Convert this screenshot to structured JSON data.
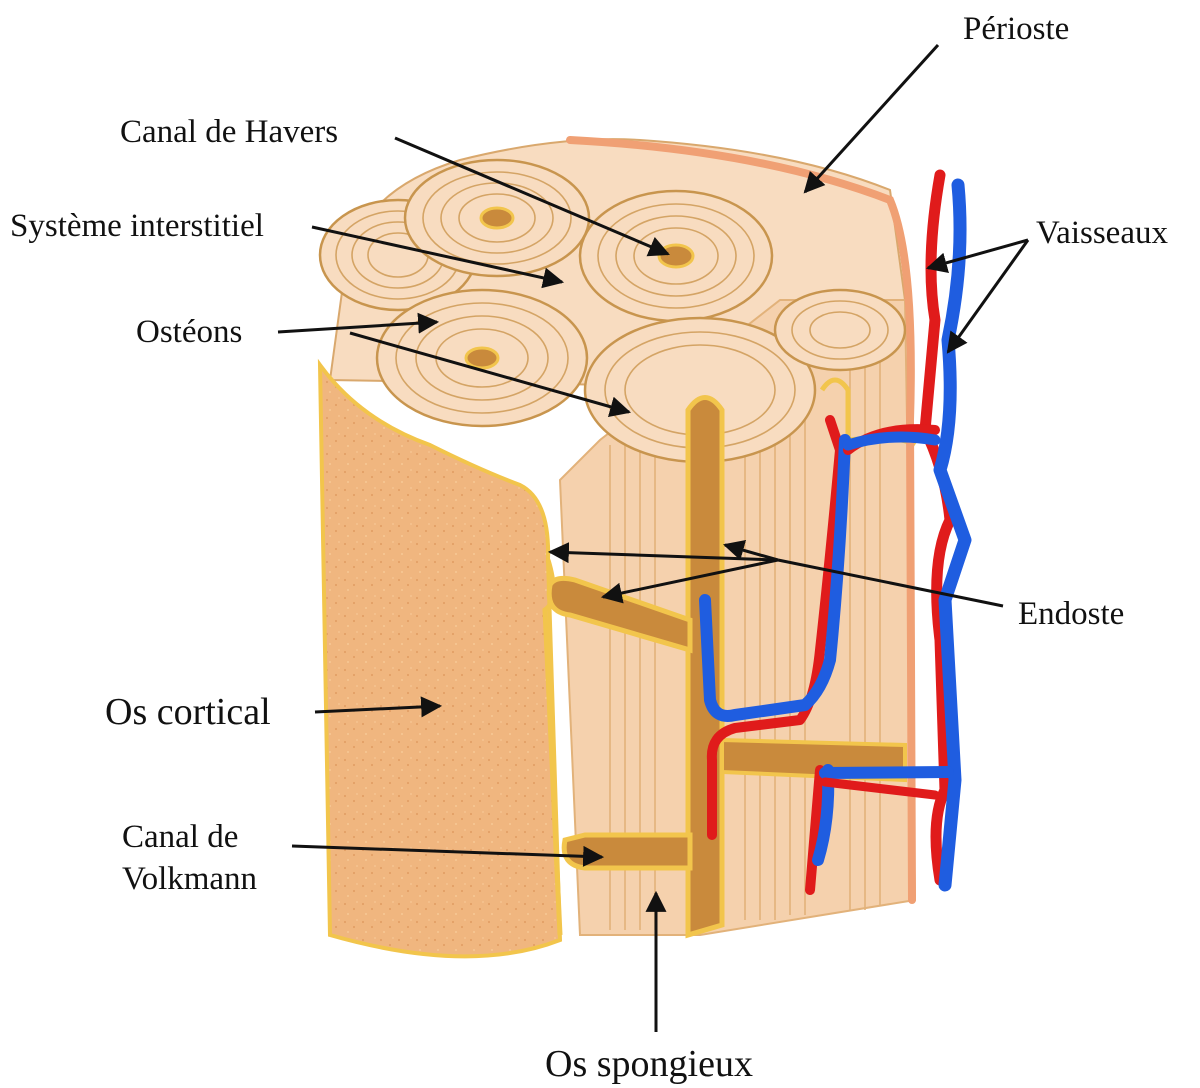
{
  "labels": {
    "periosteum": "Périoste",
    "haversian_canal": "Canal de Havers",
    "interstitial_system": "Système interstitiel",
    "vessels": "Vaisseaux",
    "osteons": "Ostéons",
    "endosteum": "Endoste",
    "cortical_bone": "Os cortical",
    "volkmann_canal": "Canal de\nVolkmann",
    "spongy_bone": "Os spongieux"
  },
  "colors": {
    "bone_light": "#f8dcc0",
    "bone_mid": "#f3c6a0",
    "ring_stroke": "#c8954e",
    "canal": "#c98a3c",
    "endosteum_line": "#f2c54c",
    "spongy_fill": "#f0b67f",
    "periosteum": "#f0a074",
    "artery": "#e01b1b",
    "vein": "#1f5de0",
    "arrow": "#111111"
  }
}
